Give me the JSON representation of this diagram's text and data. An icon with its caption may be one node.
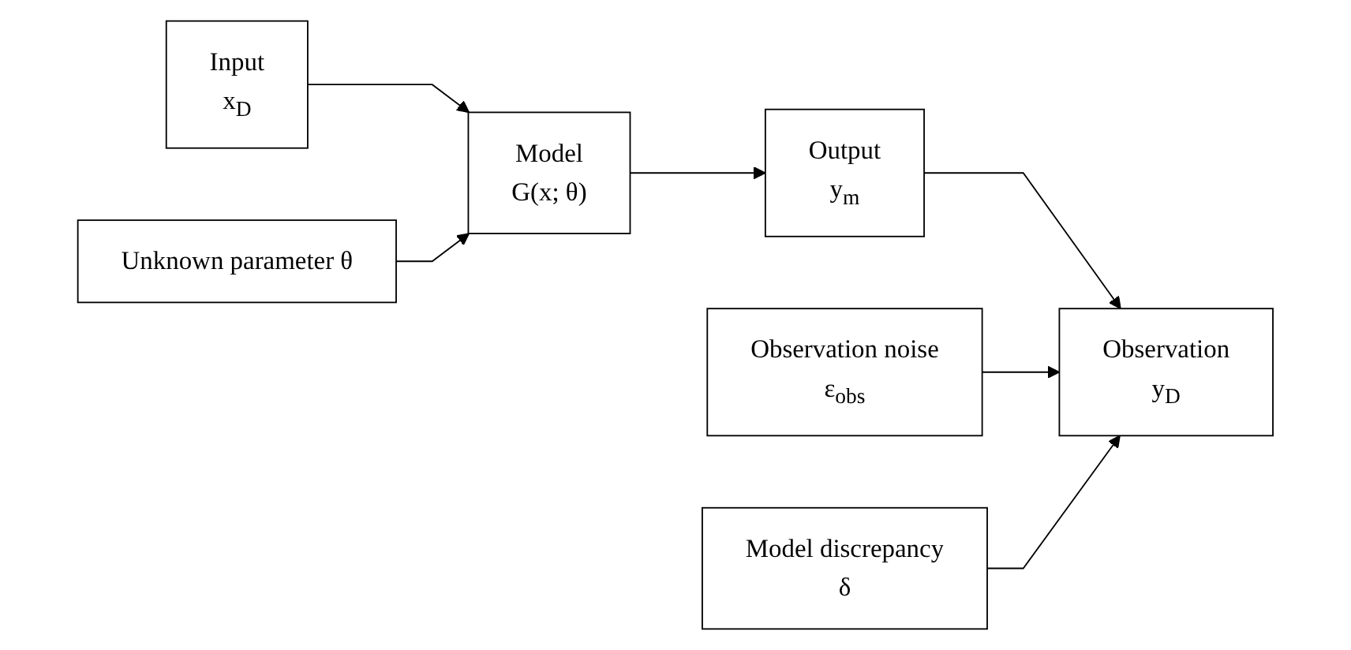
{
  "diagram": {
    "nodes": [
      {
        "text": [
          "Observation noise",
          "ε$_{obs}$"
        ]
      },
      {
        "text": [
          "Input",
          "x$_{D}$"
        ]
      },
      {
        "text": [
          "Model",
          "G(x; θ)"
        ]
      },
      {
        "text": [
          "Output",
          "y$_{m}$"
        ]
      },
      {
        "text": [
          "Observation",
          "y$_{D}$"
        ]
      },
      {
        "text": [
          "Unknown parameter θ"
        ]
      },
      {
        "text": [
          "Model discrepancy",
          "δ"
        ]
      }
    ],
    "edges": [
      {
        "from": 1,
        "to": 2,
        "arrow": "to"
      },
      {
        "from": 2,
        "to": 3,
        "arrow": "to"
      },
      {
        "from": 3,
        "to": 4,
        "arrow": "to"
      },
      {
        "from": 0,
        "to": 4,
        "arrow": "to"
      },
      {
        "from": 5,
        "to": 2,
        "arrow": "to"
      },
      {
        "from": 6,
        "to": 4,
        "arrow": "to"
      }
    ]
  }
}
